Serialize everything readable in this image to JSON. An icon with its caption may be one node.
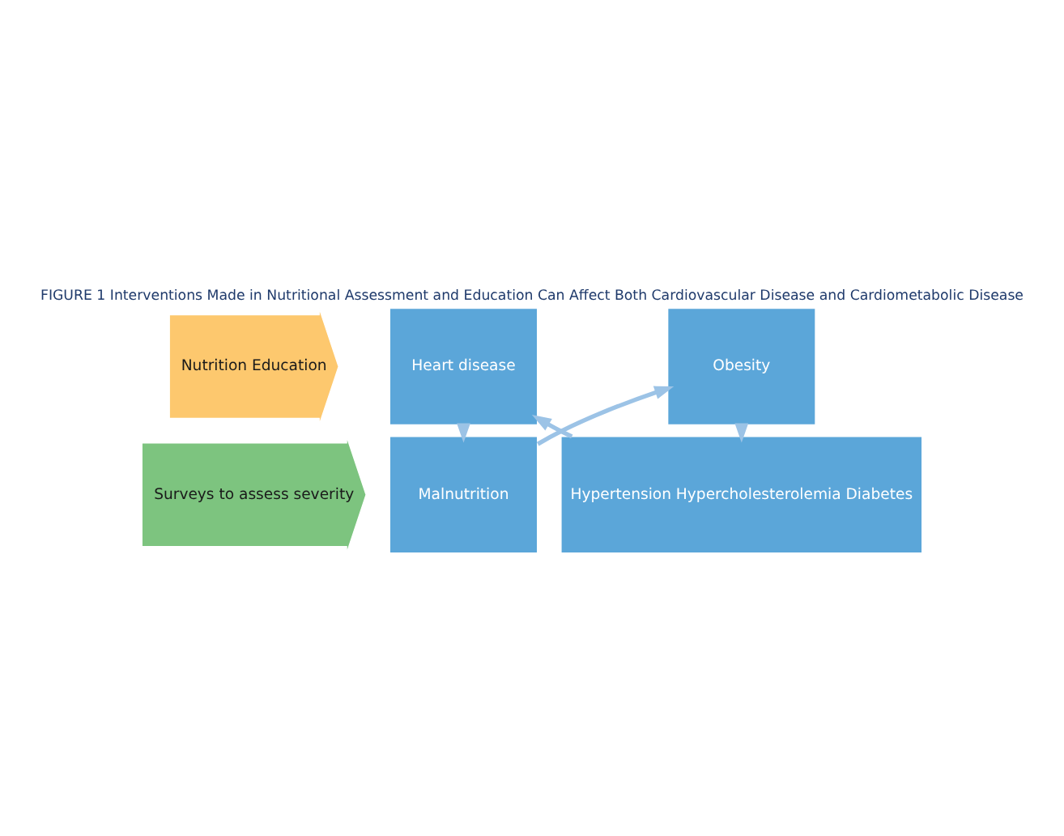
{
  "diagram": {
    "title": "FIGURE 1 Interventions Made in Nutritional Assessment and Education Can Affect Both Cardiovascular Disease and Cardiometabolic Disease",
    "nodes": [
      {
        "text": [
          "Surveys to assess severity"
        ]
      },
      {
        "text": [
          "Nutrition Education"
        ]
      },
      {
        "text": [
          "Malnutrition"
        ]
      },
      {
        "text": [
          "Obesity"
        ]
      },
      {
        "text": [
          "Hypertension Hypercholesterolemia Diabetes"
        ]
      },
      {
        "text": [
          "Heart disease"
        ]
      }
    ],
    "edges": [
      {
        "from": 2,
        "to": 3,
        "arrow": "to"
      },
      {
        "from": 3,
        "to": 4,
        "arrow": "to"
      },
      {
        "from": 4,
        "to": 5,
        "arrow": "to"
      },
      {
        "from": 5,
        "to": 2,
        "arrow": "to"
      }
    ]
  }
}
